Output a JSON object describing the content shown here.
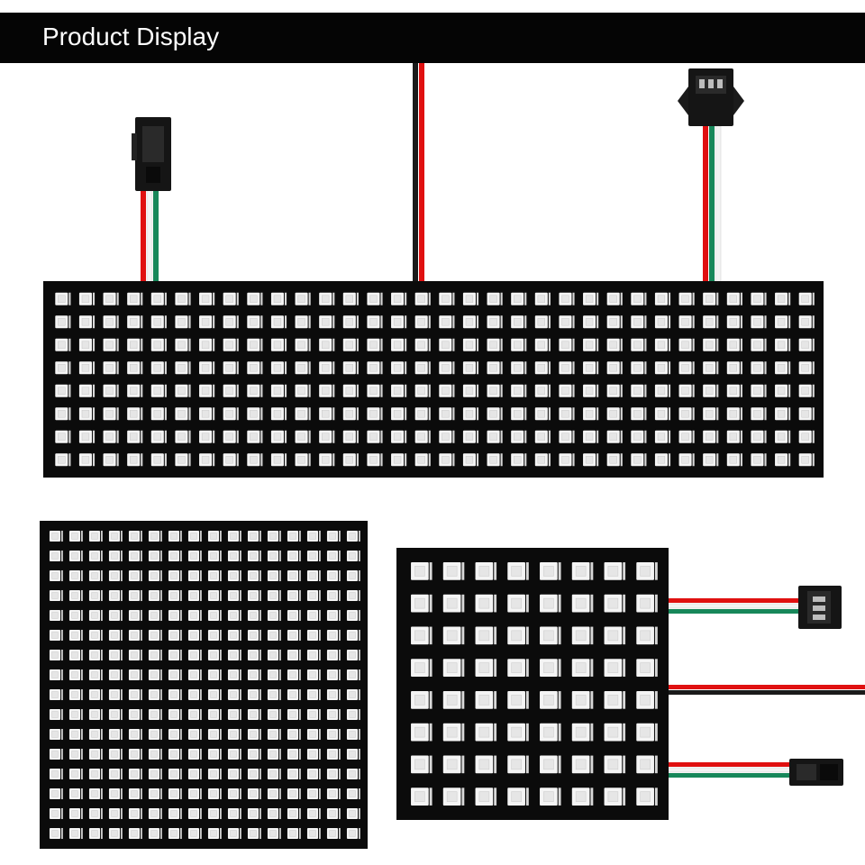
{
  "banner": {
    "title": "Product Display"
  },
  "colors": {
    "pcb": "#0b0b0b",
    "led_body": "#f4f4f4",
    "led_chip": "#e6e6e6",
    "wire_red": "#e01010",
    "wire_green": "#17875a",
    "wire_white": "#f2f2f2",
    "wire_black": "#1a1a1a",
    "connector": "#151515"
  },
  "panels": [
    {
      "name": "panel-8x32",
      "rows": 8,
      "cols": 32
    },
    {
      "name": "panel-16x16",
      "rows": 16,
      "cols": 16
    },
    {
      "name": "panel-8x8",
      "rows": 8,
      "cols": 8
    }
  ]
}
